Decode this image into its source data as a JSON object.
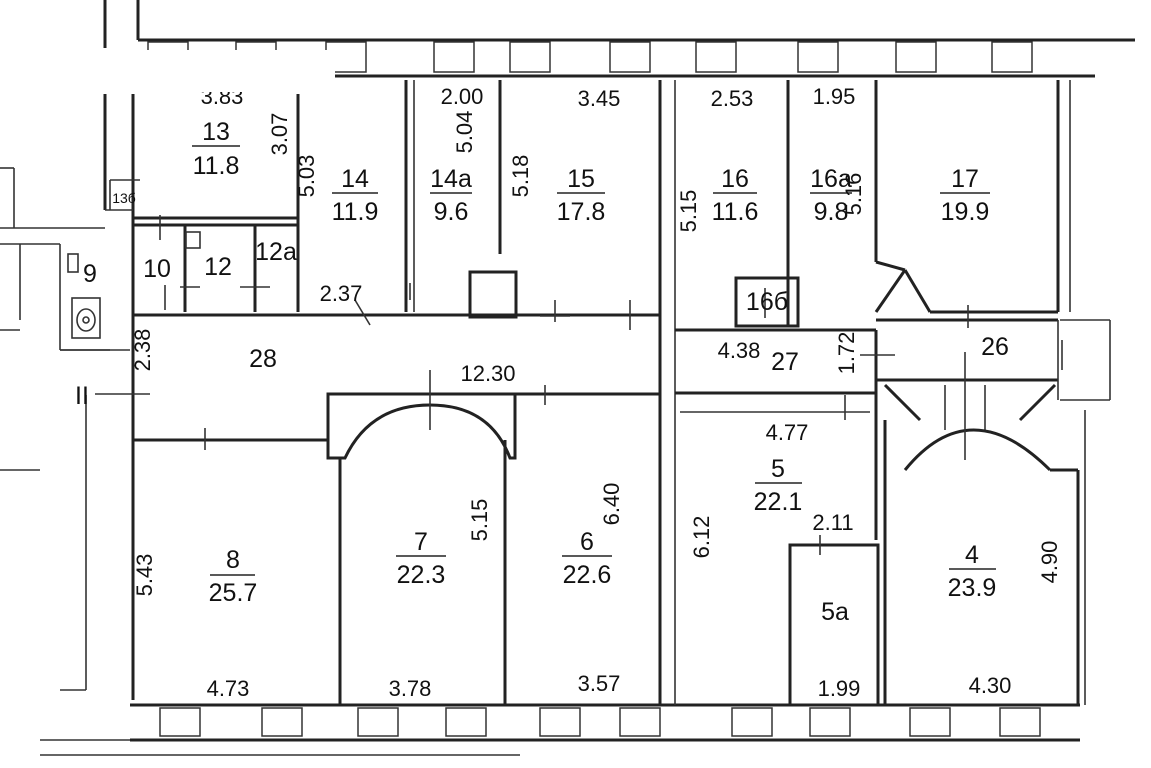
{
  "rooms": [
    {
      "id": "r13",
      "number": "13",
      "area": "11.8"
    },
    {
      "id": "r14",
      "number": "14",
      "area": "11.9"
    },
    {
      "id": "r14a",
      "number": "14а",
      "area": "9.6"
    },
    {
      "id": "r15",
      "number": "15",
      "area": "17.8"
    },
    {
      "id": "r16",
      "number": "16",
      "area": "11.6"
    },
    {
      "id": "r16a",
      "number": "16а",
      "area": "9.8"
    },
    {
      "id": "r17",
      "number": "17",
      "area": "19.9"
    },
    {
      "id": "r8",
      "number": "8",
      "area": "25.7"
    },
    {
      "id": "r7",
      "number": "7",
      "area": "22.3"
    },
    {
      "id": "r6",
      "number": "6",
      "area": "22.6"
    },
    {
      "id": "r5",
      "number": "5",
      "area": "22.1"
    },
    {
      "id": "r4",
      "number": "4",
      "area": "23.9"
    }
  ],
  "labels": {
    "r9": "9",
    "r10": "10",
    "r12": "12",
    "r12a": "12а",
    "r13b": "13б",
    "r16b": "16б",
    "r5a": "5а",
    "r26": "26",
    "r27": "27",
    "r28": "28",
    "stair": "II"
  },
  "dimensions": {
    "d383": "3.83",
    "d307": "3.07",
    "d503": "5.03",
    "d200": "2.00",
    "d504": "5.04",
    "d345": "3.45",
    "d518": "5.18",
    "d253": "2.53",
    "d515a": "5.15",
    "d195": "1.95",
    "d516": "5.16",
    "d237": "2.37",
    "d238": "2.38",
    "d1230": "12.30",
    "d438": "4.38",
    "d172": "1.72",
    "d477": "4.77",
    "d211": "2.11",
    "d515b": "5.15",
    "d640": "6.40",
    "d612": "6.12",
    "d543": "5.43",
    "d490": "4.90",
    "d473": "4.73",
    "d378": "3.78",
    "d357": "3.57",
    "d199": "1.99",
    "d430": "4.30"
  }
}
